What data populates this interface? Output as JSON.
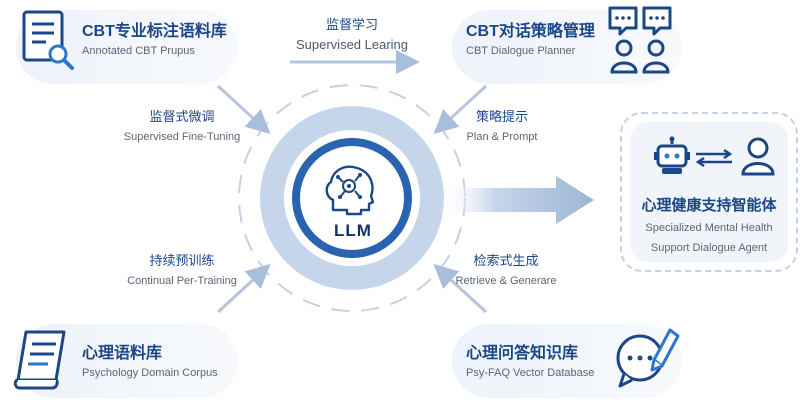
{
  "center": {
    "label": "LLM"
  },
  "nodes": {
    "cbt_corpus": {
      "title": "CBT专业标注语料库",
      "subtitle": "Annotated CBT Prupus"
    },
    "cbt_planner": {
      "title": "CBT对话策略管理",
      "subtitle": "CBT Dialogue Planner"
    },
    "psy_corpus": {
      "title": "心理语料库",
      "subtitle": "Psychology Domain Corpus"
    },
    "psy_faq": {
      "title": "心理问答知识库",
      "subtitle": "Psy-FAQ Vector Database"
    }
  },
  "edges": {
    "supervised_learning": {
      "zh": "监督学习",
      "en": "Supervised Learing"
    },
    "sft": {
      "zh": "监督式微调",
      "en": "Supervised Fine-Tuning"
    },
    "plan_prompt": {
      "zh": "策略提示",
      "en": "Plan & Prompt"
    },
    "continual": {
      "zh": "持续预训练",
      "en": "Continual Per-Training"
    },
    "retrieve": {
      "zh": "检索式生成",
      "en": "Retrieve & Generare"
    }
  },
  "agent": {
    "title": "心理健康支持智能体",
    "subtitle_line1": "Specialized Mental Health",
    "subtitle_line2": "Support Dialogue Agent"
  },
  "colors": {
    "primary": "#1b4788",
    "core_blue": "#2a63b0",
    "ring_light": "#c6d6ea",
    "pill_bg": "#eef3fa",
    "arrow": "#b4c6de"
  },
  "icons": {
    "cbt_corpus": "document-search-icon",
    "cbt_planner": "chat-users-icon",
    "psy_corpus": "scroll-document-icon",
    "psy_faq": "chat-pencil-icon",
    "agent_left": "robot-icon",
    "agent_right": "user-icon",
    "center": "brain-head-icon"
  }
}
